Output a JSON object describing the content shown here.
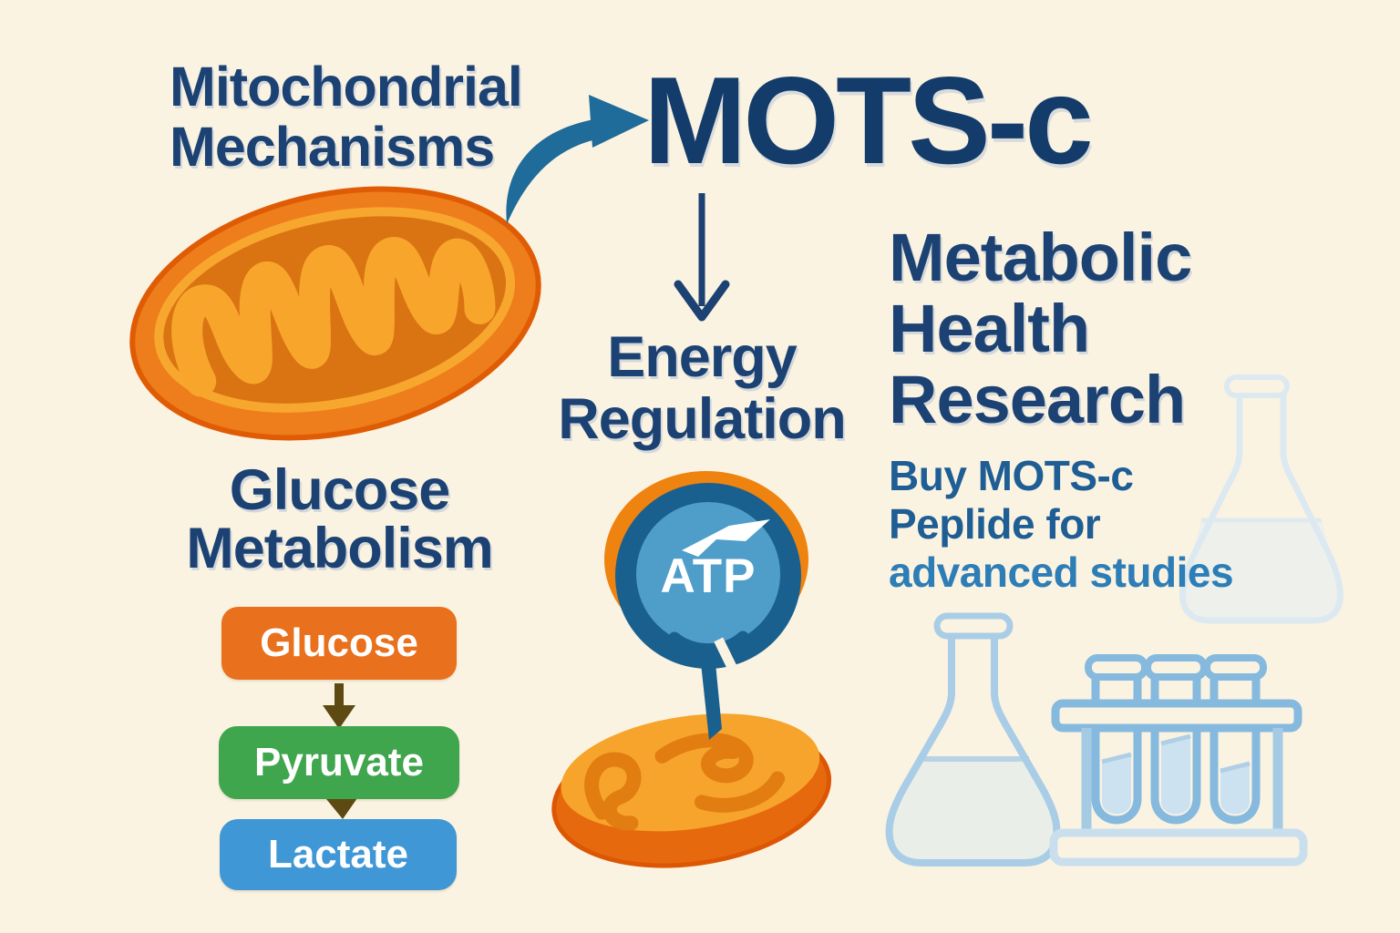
{
  "background_color": "#fbf3e2",
  "palette": {
    "heading_navy": "#1c4273",
    "title_navy": "#133c6b",
    "cta_medium_blue": "#1e5e95",
    "cta_light_blue": "#2d7db6",
    "curved_arrow_teal": "#1f6b99",
    "flow_arrow_olive": "#5c4a12",
    "glucose_orange": "#e9701c",
    "pyruvate_green": "#3fa64d",
    "lactate_blue": "#3f97d5",
    "atp_ring_blue": "#1a608e",
    "atp_inner_blue": "#4f9dc9",
    "mitochondrion_orange": "#ee7d1b",
    "mitochondrion_light_orange": "#f8a62b",
    "glassware_blue": "#85bade"
  },
  "topic": {
    "line1": "Mitochondrial",
    "line2": "Mechanisms"
  },
  "title": "MOTS-c",
  "energy": {
    "line1": "Energy",
    "line2": "Regulation"
  },
  "atp": {
    "label": "ATP"
  },
  "research": {
    "line1": "Metabolic",
    "line2": "Health",
    "line3": "Research"
  },
  "cta": {
    "line1": "Buy MOTS-c",
    "line2": "Peplide for",
    "line3": "advanced studies"
  },
  "glucose_flow": {
    "heading_line1": "Glucose",
    "heading_line2": "Metabolism",
    "steps": [
      {
        "label": "Glucose",
        "color": "#e9701c"
      },
      {
        "label": "Pyruvate",
        "color": "#3fa64d"
      },
      {
        "label": "Lactate",
        "color": "#3f97d5"
      }
    ]
  },
  "icons": [
    "mitochondrion-icon",
    "curved-arrow-icon",
    "down-arrow-icon",
    "flow-arrow-icon",
    "atp-badge-icon",
    "lightning-flash-icon",
    "erlenmeyer-flask-icon",
    "test-tube-rack-icon",
    "faint-flask-icon"
  ]
}
